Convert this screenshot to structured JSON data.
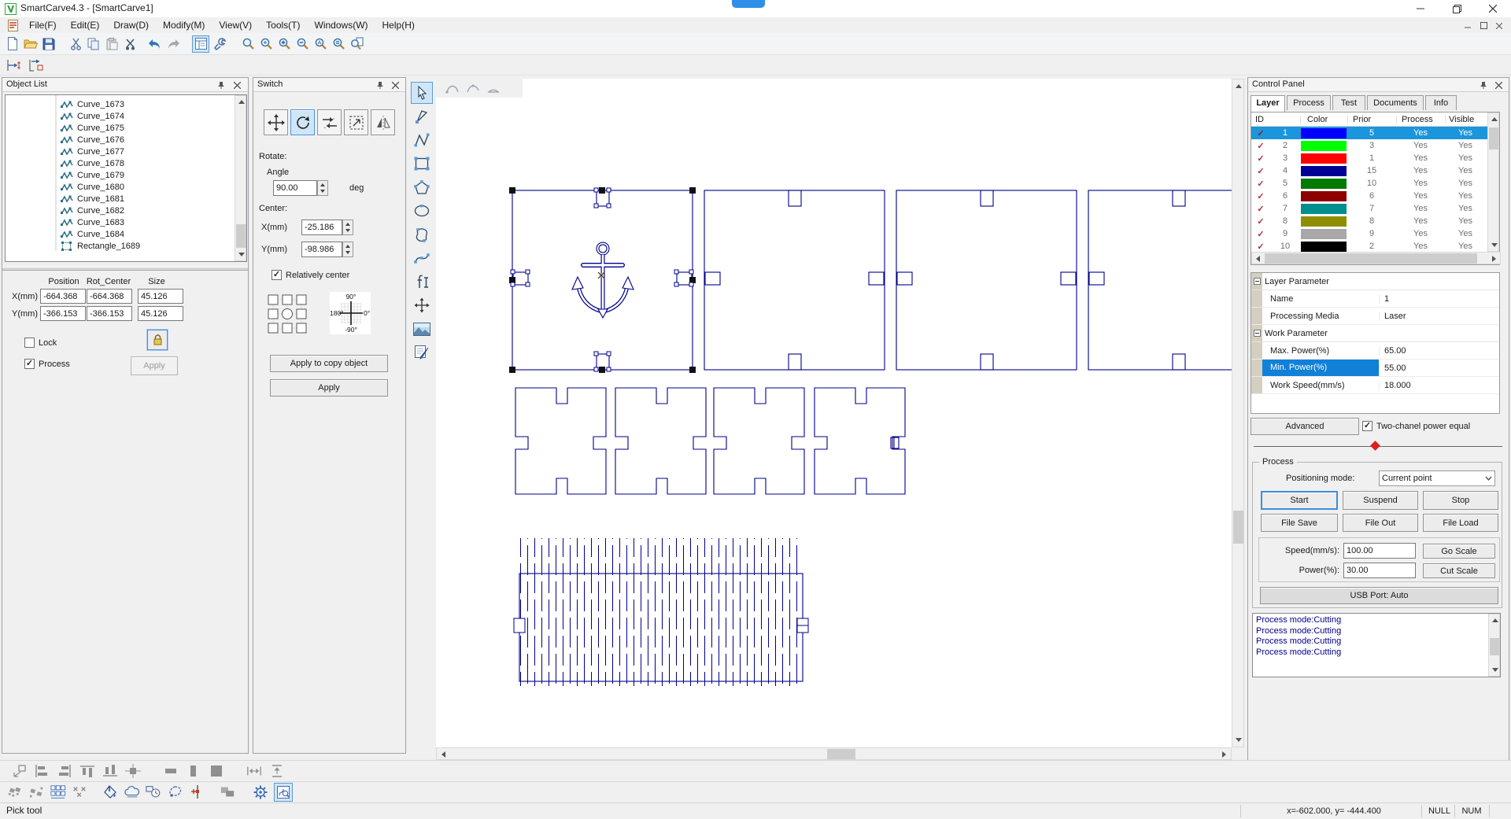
{
  "window": {
    "title": "SmartCarve4.3 - [SmartCarve1]"
  },
  "menu": {
    "items": [
      "File(F)",
      "Edit(E)",
      "Draw(D)",
      "Modify(M)",
      "View(V)",
      "Tools(T)",
      "Windows(W)",
      "Help(H)"
    ]
  },
  "toolbars": {
    "main_icons": [
      "new-document",
      "open-folder",
      "save",
      "cut",
      "copy",
      "paste",
      "trim",
      "undo",
      "redo",
      "object-list-view",
      "settings-wrench",
      "find",
      "zoom-window",
      "zoom-in",
      "zoom-out",
      "zoom-all",
      "zoom-grid",
      "zoom-page"
    ],
    "secondary_icons": [
      "dimension-horizontal",
      "dimension-vertical"
    ],
    "draw_icons": [
      "pick-tool",
      "node-edit-tool",
      "polyline-tool",
      "rectangle-tool",
      "polygon-tool",
      "ellipse-tool",
      "freehand-tool",
      "bezier-tool",
      "text-tool",
      "move-tool",
      "image-tool",
      "trace-tool"
    ],
    "align_icons": [
      "align-special",
      "align-left",
      "align-right",
      "align-top",
      "align-bottom",
      "align-center",
      "same-width",
      "same-height",
      "same-size",
      "space-horizontal",
      "space-vertical"
    ],
    "process_icons": [
      "array-copy",
      "array-rotate",
      "grid-array",
      "cross-array",
      "fill-color",
      "nest",
      "time-estimate",
      "lasso",
      "param-adjust",
      "group",
      "gear-settings",
      "preview-trace"
    ]
  },
  "object_list": {
    "title": "Object List",
    "items": [
      {
        "label": "Curve_1673",
        "type": "curve"
      },
      {
        "label": "Curve_1674",
        "type": "curve"
      },
      {
        "label": "Curve_1675",
        "type": "curve"
      },
      {
        "label": "Curve_1676",
        "type": "curve"
      },
      {
        "label": "Curve_1677",
        "type": "curve"
      },
      {
        "label": "Curve_1678",
        "type": "curve"
      },
      {
        "label": "Curve_1679",
        "type": "curve"
      },
      {
        "label": "Curve_1680",
        "type": "curve"
      },
      {
        "label": "Curve_1681",
        "type": "curve"
      },
      {
        "label": "Curve_1682",
        "type": "curve"
      },
      {
        "label": "Curve_1683",
        "type": "curve"
      },
      {
        "label": "Curve_1684",
        "type": "curve"
      },
      {
        "label": "Rectangle_1689",
        "type": "rectangle"
      }
    ]
  },
  "properties": {
    "col_headers": [
      "Position",
      "Rot_Center",
      "Size"
    ],
    "x_label": "X(mm)",
    "x_position": "-664.368",
    "x_rot_center": "-664.368",
    "x_size": "45.126",
    "y_label": "Y(mm)",
    "y_position": "-366.153",
    "y_rot_center": "-366.153",
    "y_size": "45.126",
    "lock_label": "Lock",
    "process_label": "Process",
    "apply_label": "Apply"
  },
  "switch_panel": {
    "title": "Switch",
    "rotate_label": "Rotate:",
    "angle_label": "Angle",
    "angle_value": "90.00",
    "angle_unit": "deg",
    "center_label": "Center:",
    "x_label": "X(mm)",
    "x_value": "-25.186",
    "y_label": "Y(mm)",
    "y_value": "-98.986",
    "relative_label": "Relatively center",
    "dial_top": "90°",
    "dial_left": "180°",
    "dial_right": "0°",
    "dial_bottom": "-90°",
    "apply_copy_label": "Apply to copy object",
    "apply_label": "Apply"
  },
  "control_panel": {
    "title": "Control Panel",
    "tabs": [
      "Layer",
      "Process",
      "Test",
      "Documents",
      "Info"
    ],
    "active_tab": "Layer",
    "layer_table": {
      "headers": [
        "ID",
        "Color",
        "Prior",
        "Process",
        "Visible"
      ],
      "rows": [
        {
          "id": "1",
          "color": "#0000fe",
          "prior": "5",
          "process": "Yes",
          "visible": "Yes"
        },
        {
          "id": "2",
          "color": "#00fe00",
          "prior": "3",
          "process": "Yes",
          "visible": "Yes"
        },
        {
          "id": "3",
          "color": "#fe0000",
          "prior": "1",
          "process": "Yes",
          "visible": "Yes"
        },
        {
          "id": "4",
          "color": "#000095",
          "prior": "15",
          "process": "Yes",
          "visible": "Yes"
        },
        {
          "id": "5",
          "color": "#007a00",
          "prior": "10",
          "process": "Yes",
          "visible": "Yes"
        },
        {
          "id": "6",
          "color": "#8e0000",
          "prior": "6",
          "process": "Yes",
          "visible": "Yes"
        },
        {
          "id": "7",
          "color": "#008e8e",
          "prior": "7",
          "process": "Yes",
          "visible": "Yes"
        },
        {
          "id": "8",
          "color": "#8e8e00",
          "prior": "8",
          "process": "Yes",
          "visible": "Yes"
        },
        {
          "id": "9",
          "color": "#a8a8a8",
          "prior": "9",
          "process": "Yes",
          "visible": "Yes"
        },
        {
          "id": "10",
          "color": "#000000",
          "prior": "2",
          "process": "Yes",
          "visible": "Yes"
        }
      ]
    },
    "parameter_grid": {
      "group1": "Layer Parameter",
      "name_label": "Name",
      "name_value": "1",
      "media_label": "Processing Media",
      "media_value": "Laser",
      "group2": "Work Parameter",
      "max_power_label": "Max. Power(%)",
      "max_power_value": "65.00",
      "min_power_label": "Min. Power(%)",
      "min_power_value": "55.00",
      "work_speed_label": "Work Speed(mm/s)",
      "work_speed_value": "18.000"
    },
    "advanced_label": "Advanced",
    "two_channel_label": "Two-chanel power equal",
    "process_group": {
      "title": "Process",
      "positioning_label": "Positioning mode:",
      "positioning_value": "Current point",
      "start": "Start",
      "suspend": "Suspend",
      "stop": "Stop",
      "file_save": "File Save",
      "file_out": "File Out",
      "file_load": "File Load",
      "speed_label": "Speed(mm/s):",
      "speed_value": "100.00",
      "go_scale": "Go Scale",
      "power_label": "Power(%):",
      "power_value": "30.00",
      "cut_scale": "Cut Scale",
      "usb_label": "USB Port: Auto"
    },
    "log_lines": [
      "Process mode:Cutting",
      "Process mode:Cutting",
      "Process mode:Cutting",
      "Process mode:Cutting"
    ]
  },
  "status_bar": {
    "tool_hint": "Pick tool",
    "coords": "x=-602.000, y= -444.400",
    "null_label": "NULL",
    "num_label": "NUM"
  },
  "colors": {
    "accent_selection": "#1b95dc",
    "canvas_line": "#00008b",
    "check_red": "#b0303c",
    "highlight_fill": "#cfe6f9"
  }
}
